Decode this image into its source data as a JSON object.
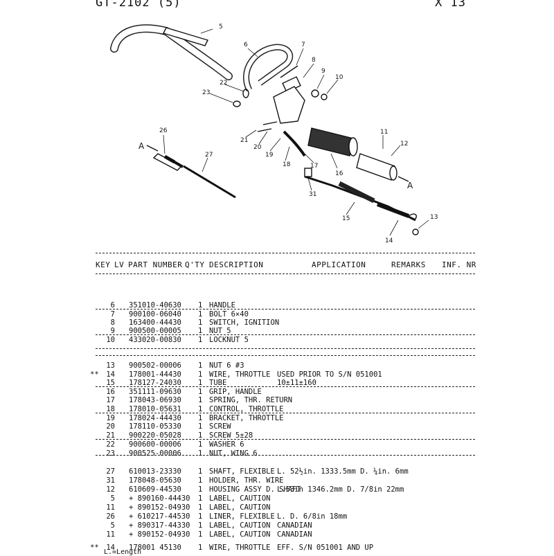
{
  "header": {
    "left": "GT-2102 (5)",
    "right": "X 13"
  },
  "diagram": {
    "callouts": [
      "5",
      "6",
      "7",
      "8",
      "9",
      "10",
      "11",
      "12",
      "13",
      "14",
      "15",
      "16",
      "17",
      "18",
      "19",
      "20",
      "21",
      "22",
      "23",
      "26",
      "27",
      "31",
      "A",
      "A"
    ]
  },
  "table": {
    "columns": [
      "KEY",
      "LV",
      "PART NUMBER",
      "Q'TY",
      "DESCRIPTION",
      "APPLICATION",
      "REMARKS",
      "INF. NR"
    ],
    "rows": [
      {
        "mark": "",
        "key": "6",
        "part": "351010-40630",
        "qty": "1",
        "desc": "HANDLE",
        "app": ""
      },
      {
        "mark": "",
        "key": "7",
        "part": "900100-06040",
        "qty": "1",
        "desc": "BOLT  6×40",
        "app": ""
      },
      {
        "mark": "",
        "key": "8",
        "part": "163400-44430",
        "qty": "1",
        "desc": "SWITCH, IGNITION",
        "app": ""
      },
      {
        "mark": "",
        "key": "9",
        "part": "900500-00005",
        "qty": "1",
        "desc": "NUT  5",
        "app": ""
      },
      {
        "mark": "",
        "key": "10",
        "part": "433020-00830",
        "qty": "1",
        "desc": "LOCKNUT  5",
        "app": ""
      },
      {
        "mark": "",
        "key": "13",
        "part": "900502-00006",
        "qty": "1",
        "desc": "NUT  6  #3",
        "app": ""
      },
      {
        "mark": "**",
        "key": "14",
        "part": "178001-44430",
        "qty": "1",
        "desc": "WIRE, THROTTLE",
        "app": "USED PRIOR TO S/N  051001"
      },
      {
        "mark": "",
        "key": "15",
        "part": "178127-24030",
        "qty": "1",
        "desc": "TUBE",
        "app": "10±11±160"
      },
      {
        "mark": "",
        "key": "16",
        "part": "351111-09630",
        "qty": "1",
        "desc": "GRIP, HANDLE",
        "app": ""
      },
      {
        "mark": "",
        "key": "17",
        "part": "178043-06930",
        "qty": "1",
        "desc": "SPRING, THR. RETURN",
        "app": ""
      },
      {
        "mark": "",
        "key": "18",
        "part": "178010-05631",
        "qty": "1",
        "desc": "CONTROL, THROTTLE",
        "app": ""
      },
      {
        "mark": "",
        "key": "19",
        "part": "178024-44430",
        "qty": "1",
        "desc": "BRACKET, THROTTLE",
        "app": ""
      },
      {
        "mark": "",
        "key": "20",
        "part": "178110-05330",
        "qty": "1",
        "desc": "SCREW",
        "app": ""
      },
      {
        "mark": "",
        "key": "21",
        "part": "900220-05028",
        "qty": "1",
        "desc": "SCREW  5±28",
        "app": ""
      },
      {
        "mark": "",
        "key": "22",
        "part": "900600-00006",
        "qty": "1",
        "desc": "WASHER  6",
        "app": ""
      },
      {
        "mark": "",
        "key": "23",
        "part": "900525-00006",
        "qty": "1",
        "desc": "NUT, WING  6",
        "app": ""
      },
      {
        "mark": "",
        "key": "27",
        "part": "610013-23330",
        "qty": "1",
        "desc": "SHAFT, FLEXIBLE",
        "app": "L. 52½in. 1333.5mm  D. ¼in. 6mm"
      },
      {
        "mark": "",
        "key": "31",
        "part": "178048-05630",
        "qty": "1",
        "desc": "HOLDER, THR. WIRE",
        "app": ""
      },
      {
        "mark": "",
        "key": "12",
        "part": "610609-44530",
        "qty": "1",
        "desc": "HOUSING ASSY D. SHAFT",
        "app": "L.53in 1346.2mm D. 7/8in 22mm"
      },
      {
        "mark": "",
        "key": "5",
        "part": "+ 890160-44430",
        "qty": "1",
        "desc": "LABEL, CAUTION",
        "app": ""
      },
      {
        "mark": "",
        "key": "11",
        "part": "+ 890152-04930",
        "qty": "1",
        "desc": "LABEL, CAUTION",
        "app": ""
      },
      {
        "mark": "",
        "key": "26",
        "part": "+ 610217-44530",
        "qty": "1",
        "desc": "LINER, FLEXIBLE",
        "app": "L.                D. 6/8in 18mm"
      },
      {
        "mark": "",
        "key": "5",
        "part": "+ 890317-44330",
        "qty": "1",
        "desc": "LABEL, CAUTION",
        "app": "CANADIAN"
      },
      {
        "mark": "",
        "key": "11",
        "part": "+ 890152-04930",
        "qty": "1",
        "desc": "LABEL, CAUTION",
        "app": "CANADIAN"
      },
      {
        "mark": "**",
        "key": "14",
        "part": "178001 45130",
        "qty": "1",
        "desc": "WIRE, THROTTLE",
        "app": "EFF. S/N  051001 AND UP"
      }
    ]
  },
  "footer": {
    "note": "L.=Length"
  }
}
